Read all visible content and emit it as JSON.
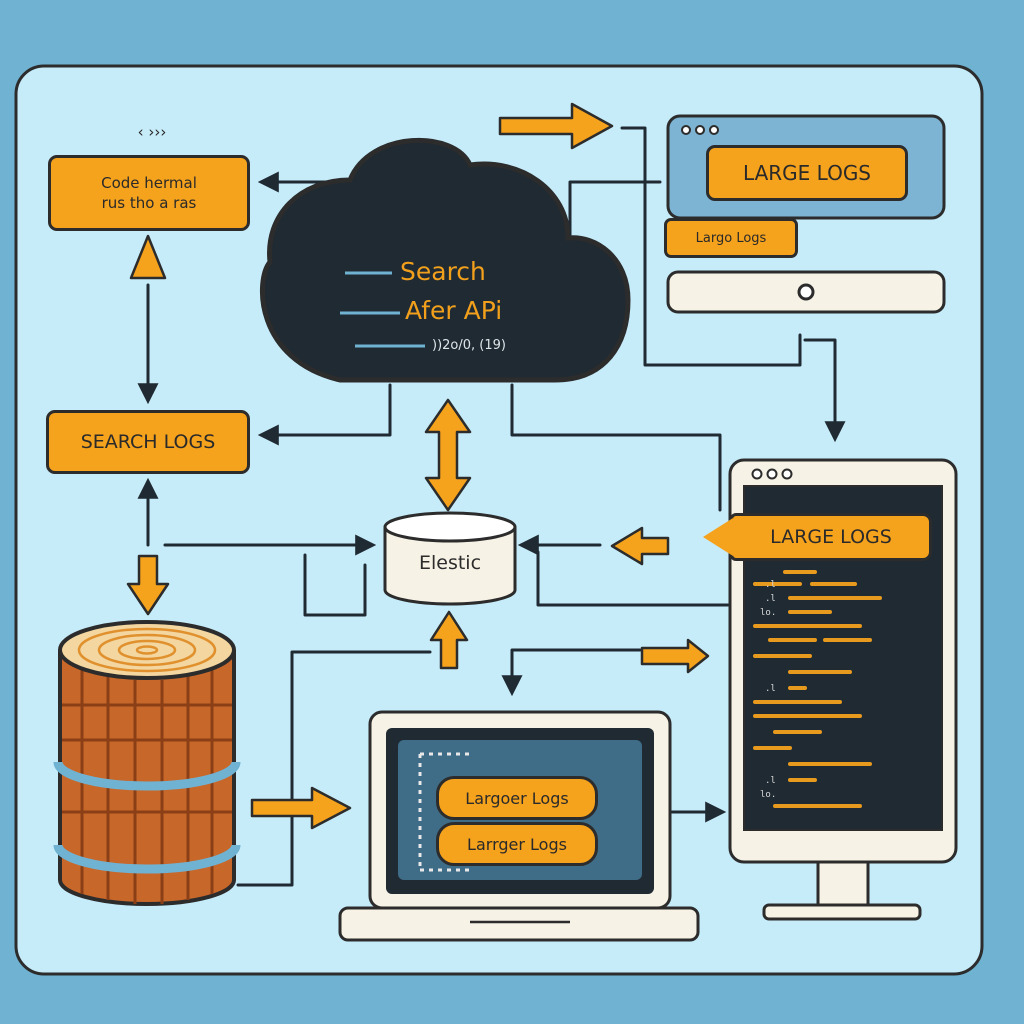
{
  "colors": {
    "background": "#6fb2d2",
    "panel": "#c6ecfa",
    "orange": "#f5a21c",
    "dark": "#1f2a33",
    "wood": "#c8672a"
  },
  "labels": {
    "bracket_symbol": "‹ ›››",
    "code_box_line1": "Code hermal",
    "code_box_line2": "rus tho a ras",
    "search_logs": "SEARCH LOGS",
    "cloud_line1": "Search",
    "cloud_line2": "Afer APi",
    "cloud_line3": "))2o/0, (19)",
    "elastic": "Elestic",
    "browser_large_logs": "LARGE LOGS",
    "browser_small_tag": "Largo Logs",
    "monitor_large_logs": "LARGE LOGS",
    "laptop_btn1": "Largoer Logs",
    "laptop_btn2": "Larrger Logs"
  }
}
